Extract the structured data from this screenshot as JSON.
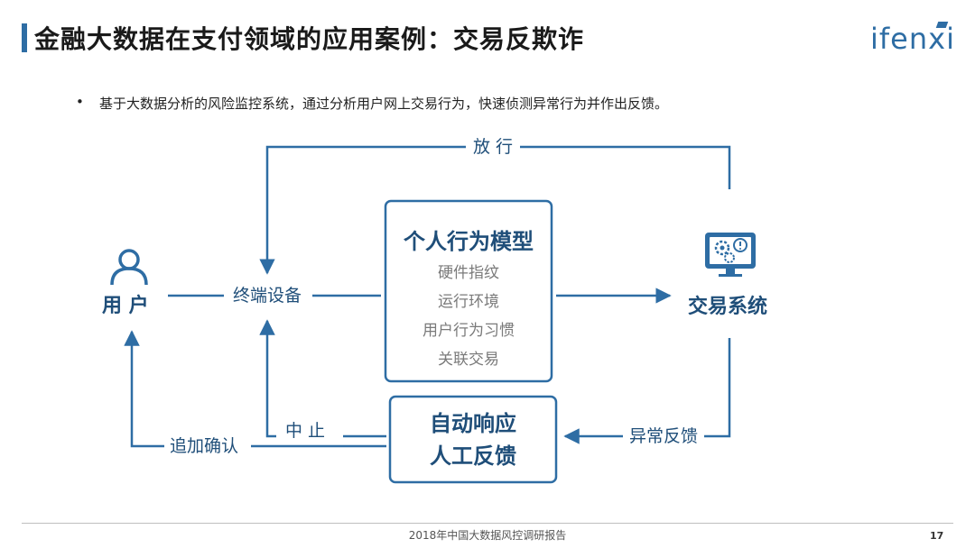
{
  "header": {
    "title": "金融大数据在支付领域的应用案例：交易反欺诈",
    "logo": "ifenxi"
  },
  "intro": {
    "bullet": "•",
    "text": "基于大数据分析的风险监控系统，通过分析用户网上交易行为，快速侦测异常行为并作出反馈。"
  },
  "diagram": {
    "user_label": "用 户",
    "terminal_label": "终端设备",
    "release_label": "放 行",
    "stop_label": "中 止",
    "confirm_label": "追加确认",
    "anomaly_label": "异常反馈",
    "system_label": "交易系统",
    "model": {
      "title": "个人行为模型",
      "items": [
        "硬件指纹",
        "运行环境",
        "用户行为习惯",
        "关联交易"
      ]
    },
    "response": {
      "line1": "自动响应",
      "line2": "人工反馈"
    },
    "colors": {
      "line": "#2e6da4",
      "text": "#1f4e79"
    },
    "icons": [
      "user-icon",
      "system-monitor-icon"
    ]
  },
  "footer": {
    "source": "2018年中国大数据风控调研报告",
    "page": "17"
  }
}
